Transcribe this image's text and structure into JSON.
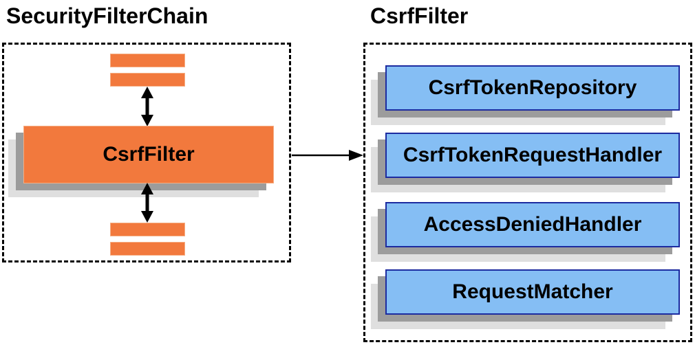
{
  "left_panel": {
    "title": "SecurityFilterChain",
    "csrf_filter_label": "CsrfFilter"
  },
  "right_panel": {
    "title": "CsrfFilter",
    "components": [
      {
        "label": "CsrfTokenRepository"
      },
      {
        "label": "CsrfTokenRequestHandler"
      },
      {
        "label": "AccessDeniedHandler"
      },
      {
        "label": "RequestMatcher"
      }
    ]
  },
  "colors": {
    "filter_fill": "#F2793D",
    "filter_border": "#F5AE84",
    "component_fill": "#85BEF4",
    "component_border": "#1C2BA0",
    "boundary_border": "#000000",
    "shadow_dark": "#9C9C9C",
    "shadow_light": "#DFDFDF",
    "arrow": "#000000",
    "text": "#000000",
    "background": "#FFFFFF"
  }
}
